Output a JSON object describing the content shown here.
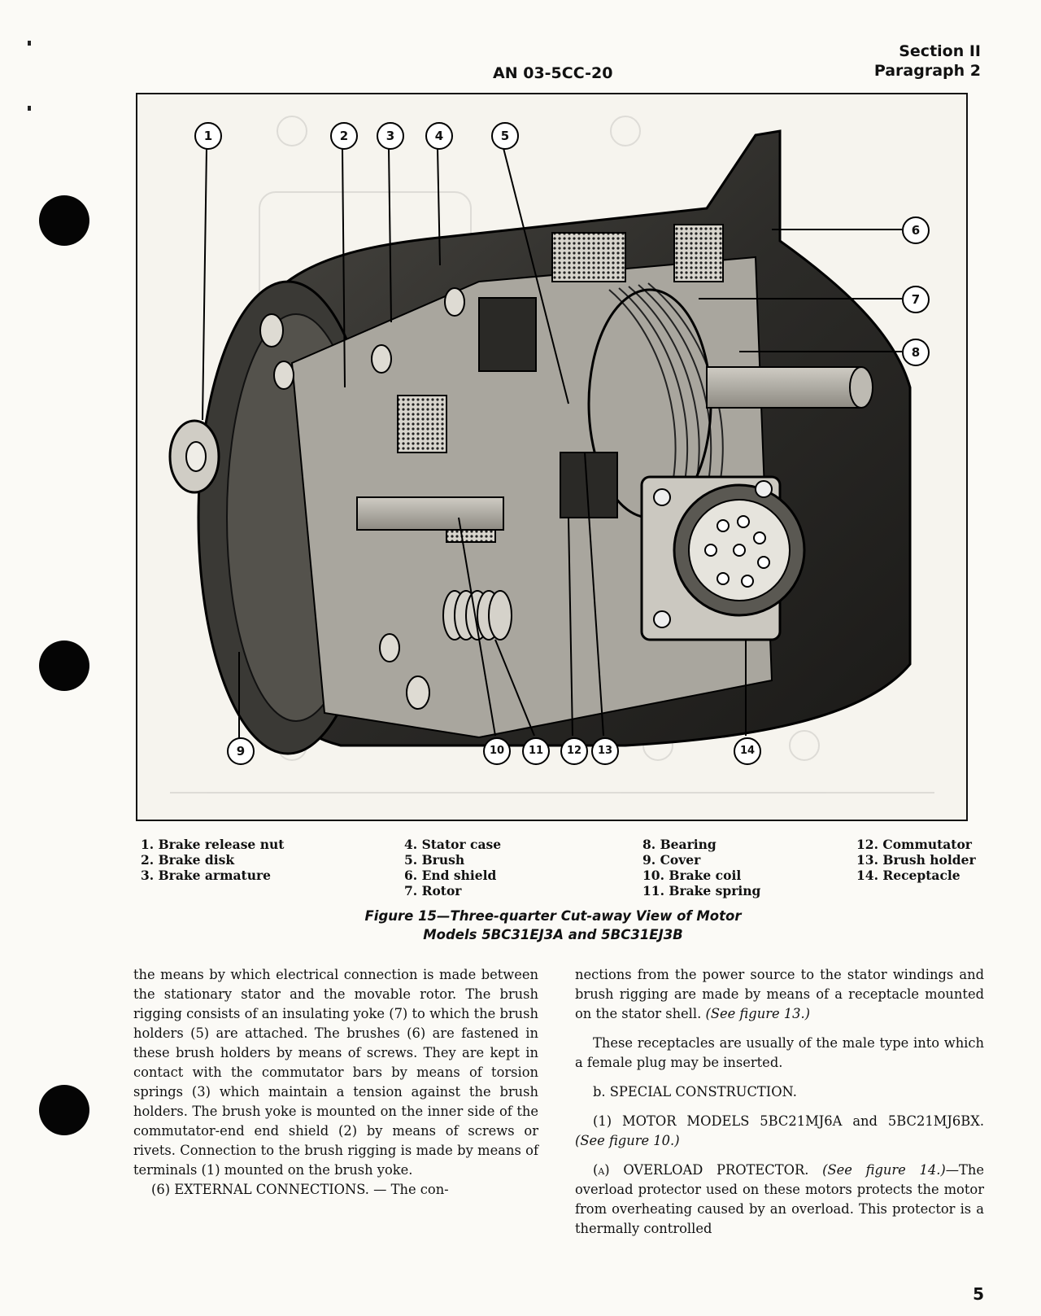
{
  "header": {
    "doc_number": "AN 03-5CC-20",
    "section": "Section II",
    "paragraph": "Paragraph 2"
  },
  "figure": {
    "callouts": [
      "1",
      "2",
      "3",
      "4",
      "5",
      "6",
      "7",
      "8",
      "9",
      "10",
      "11",
      "12",
      "13",
      "14"
    ],
    "legend": [
      [
        "1. Brake release nut",
        "2. Brake disk",
        "3. Brake armature"
      ],
      [
        "4. Stator case",
        "5. Brush",
        "6. End shield",
        "7. Rotor"
      ],
      [
        "8. Bearing",
        "9. Cover",
        "10. Brake coil",
        "11. Brake spring"
      ],
      [
        "12. Commutator",
        "13. Brush holder",
        "14. Receptacle"
      ]
    ],
    "caption_line1": "Figure 15—Three-quarter Cut-away View of Motor",
    "caption_line2": "Models 5BC31EJ3A and 5BC31EJ3B"
  },
  "left_column": {
    "p1": "the means by which electrical connection is made between the stationary stator and the movable rotor. The brush rigging consists of an insulating yoke (7) to which the brush holders (5) are attached. The brushes (6) are fastened in these brush holders by means of screws. They are kept in contact with the commutator bars by means of torsion springs (3) which maintain a tension against the brush holders. The brush yoke is mounted on the inner side of the commutator-end end shield (2) by means of screws or rivets. Connection to the brush rigging is made by means of terminals (1) mounted on the brush yoke.",
    "p2_heading": "(6) EXTERNAL CONNECTIONS. —",
    "p2_text": "The con-"
  },
  "right_column": {
    "p1_text": "nections from the power source to the stator windings and brush rigging are made by means of a receptacle mounted on the stator shell.",
    "p1_ref": "(See figure 13.)",
    "p2": "These receptacles are usually of the male type into which a female plug may be inserted.",
    "p3": "b. SPECIAL CONSTRUCTION.",
    "p4_text": "(1) MOTOR MODELS 5BC21MJ6A and 5BC21MJ6BX.",
    "p4_ref": "(See figure 10.)",
    "p5_heading": "(a) OVERLOAD PROTECTOR.",
    "p5_ref": "(See figure 14.)",
    "p5_text": "—The overload protector used on these motors protects the motor from overheating caused by an overload. This protector is a thermally controlled"
  },
  "page_number": "5"
}
